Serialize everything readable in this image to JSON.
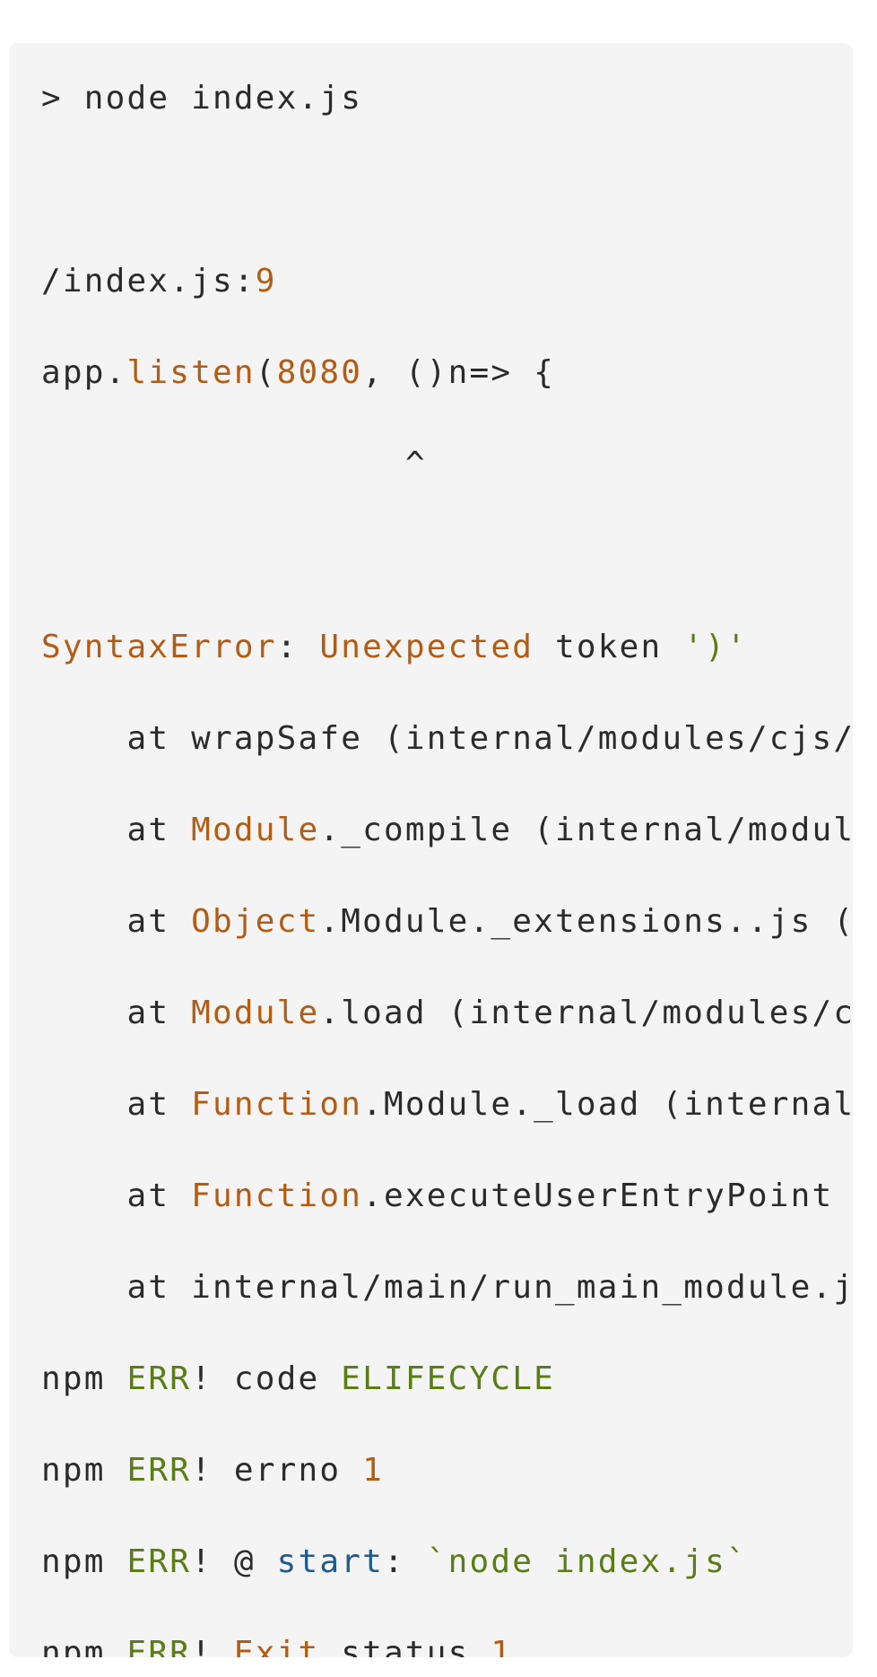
{
  "terminal": {
    "lines": [
      {
        "segments": [
          {
            "text": "> node index.js",
            "style": "plain"
          }
        ]
      },
      {
        "segments": [
          {
            "text": "/index.js:",
            "style": "plain"
          },
          {
            "text": "9",
            "style": "orange"
          }
        ]
      },
      {
        "segments": [
          {
            "text": "app.",
            "style": "plain"
          },
          {
            "text": "listen",
            "style": "orange"
          },
          {
            "text": "(",
            "style": "plain"
          },
          {
            "text": "8080",
            "style": "orange"
          },
          {
            "text": ", ()n=> {",
            "style": "plain"
          }
        ]
      },
      {
        "segments": [
          {
            "text": "                 ^",
            "style": "plain"
          }
        ]
      },
      {
        "segments": [
          {
            "text": "SyntaxError",
            "style": "orange"
          },
          {
            "text": ": ",
            "style": "plain"
          },
          {
            "text": "Unexpected",
            "style": "orange"
          },
          {
            "text": " token ",
            "style": "plain"
          },
          {
            "text": "')'",
            "style": "green"
          }
        ]
      },
      {
        "segments": [
          {
            "text": "    at wrapSafe (internal/modules/cjs/",
            "style": "plain"
          }
        ]
      },
      {
        "segments": [
          {
            "text": "    at ",
            "style": "plain"
          },
          {
            "text": "Module",
            "style": "orange"
          },
          {
            "text": "._compile (internal/modul",
            "style": "plain"
          }
        ]
      },
      {
        "segments": [
          {
            "text": "    at ",
            "style": "plain"
          },
          {
            "text": "Object",
            "style": "orange"
          },
          {
            "text": ".Module._extensions..js (",
            "style": "plain"
          }
        ]
      },
      {
        "segments": [
          {
            "text": "    at ",
            "style": "plain"
          },
          {
            "text": "Module",
            "style": "orange"
          },
          {
            "text": ".load (internal/modules/c",
            "style": "plain"
          }
        ]
      },
      {
        "segments": [
          {
            "text": "    at ",
            "style": "plain"
          },
          {
            "text": "Function",
            "style": "orange"
          },
          {
            "text": ".Module._load (internal",
            "style": "plain"
          }
        ]
      },
      {
        "segments": [
          {
            "text": "    at ",
            "style": "plain"
          },
          {
            "text": "Function",
            "style": "orange"
          },
          {
            "text": ".executeUserEntryPoint ",
            "style": "plain"
          }
        ]
      },
      {
        "segments": [
          {
            "text": "    at internal/main/run_main_module.j",
            "style": "plain"
          }
        ]
      },
      {
        "segments": [
          {
            "text": "npm ",
            "style": "plain"
          },
          {
            "text": "ERR",
            "style": "green"
          },
          {
            "text": "! code ",
            "style": "plain"
          },
          {
            "text": "ELIFECYCLE",
            "style": "green"
          }
        ]
      },
      {
        "segments": [
          {
            "text": "npm ",
            "style": "plain"
          },
          {
            "text": "ERR",
            "style": "green"
          },
          {
            "text": "! errno ",
            "style": "plain"
          },
          {
            "text": "1",
            "style": "orange"
          }
        ]
      },
      {
        "segments": [
          {
            "text": "npm ",
            "style": "plain"
          },
          {
            "text": "ERR",
            "style": "green"
          },
          {
            "text": "! @ ",
            "style": "plain"
          },
          {
            "text": "start",
            "style": "blue"
          },
          {
            "text": ": ",
            "style": "plain"
          },
          {
            "text": "`node index.js`",
            "style": "green"
          }
        ]
      },
      {
        "segments": [
          {
            "text": "npm ",
            "style": "plain"
          },
          {
            "text": "ERR",
            "style": "green"
          },
          {
            "text": "! ",
            "style": "plain"
          },
          {
            "text": "Exit",
            "style": "orange"
          },
          {
            "text": " status ",
            "style": "plain"
          },
          {
            "text": "1",
            "style": "orange"
          }
        ]
      }
    ]
  }
}
